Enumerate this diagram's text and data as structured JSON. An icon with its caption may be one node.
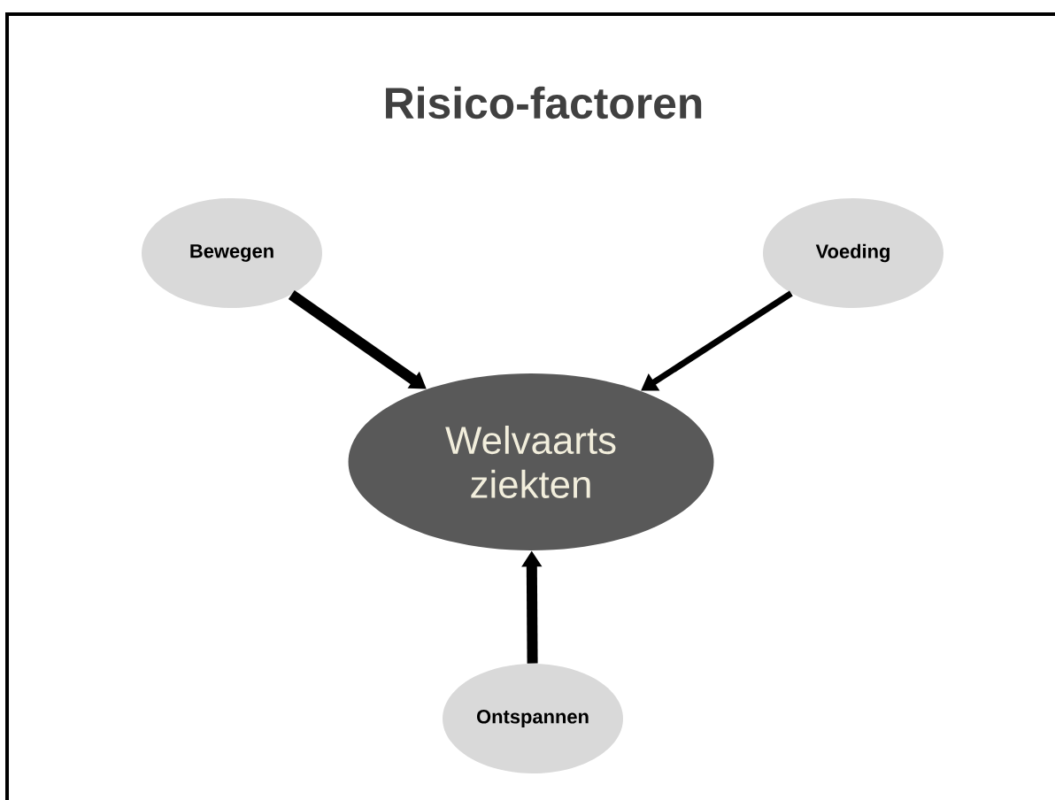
{
  "diagram": {
    "title": "Risico-factoren",
    "nodes": [
      {
        "text": [
          "Bewegen"
        ]
      },
      {
        "text": [
          "Voeding"
        ]
      },
      {
        "text": [
          "Welvaarts ziekten"
        ]
      },
      {
        "text": [
          "Ontspannen"
        ]
      }
    ],
    "edges": [
      {
        "from": 0,
        "to": 2,
        "arrow": "to"
      },
      {
        "from": 1,
        "to": 2,
        "arrow": "to"
      },
      {
        "from": 3,
        "to": 2,
        "arrow": "to"
      }
    ]
  }
}
